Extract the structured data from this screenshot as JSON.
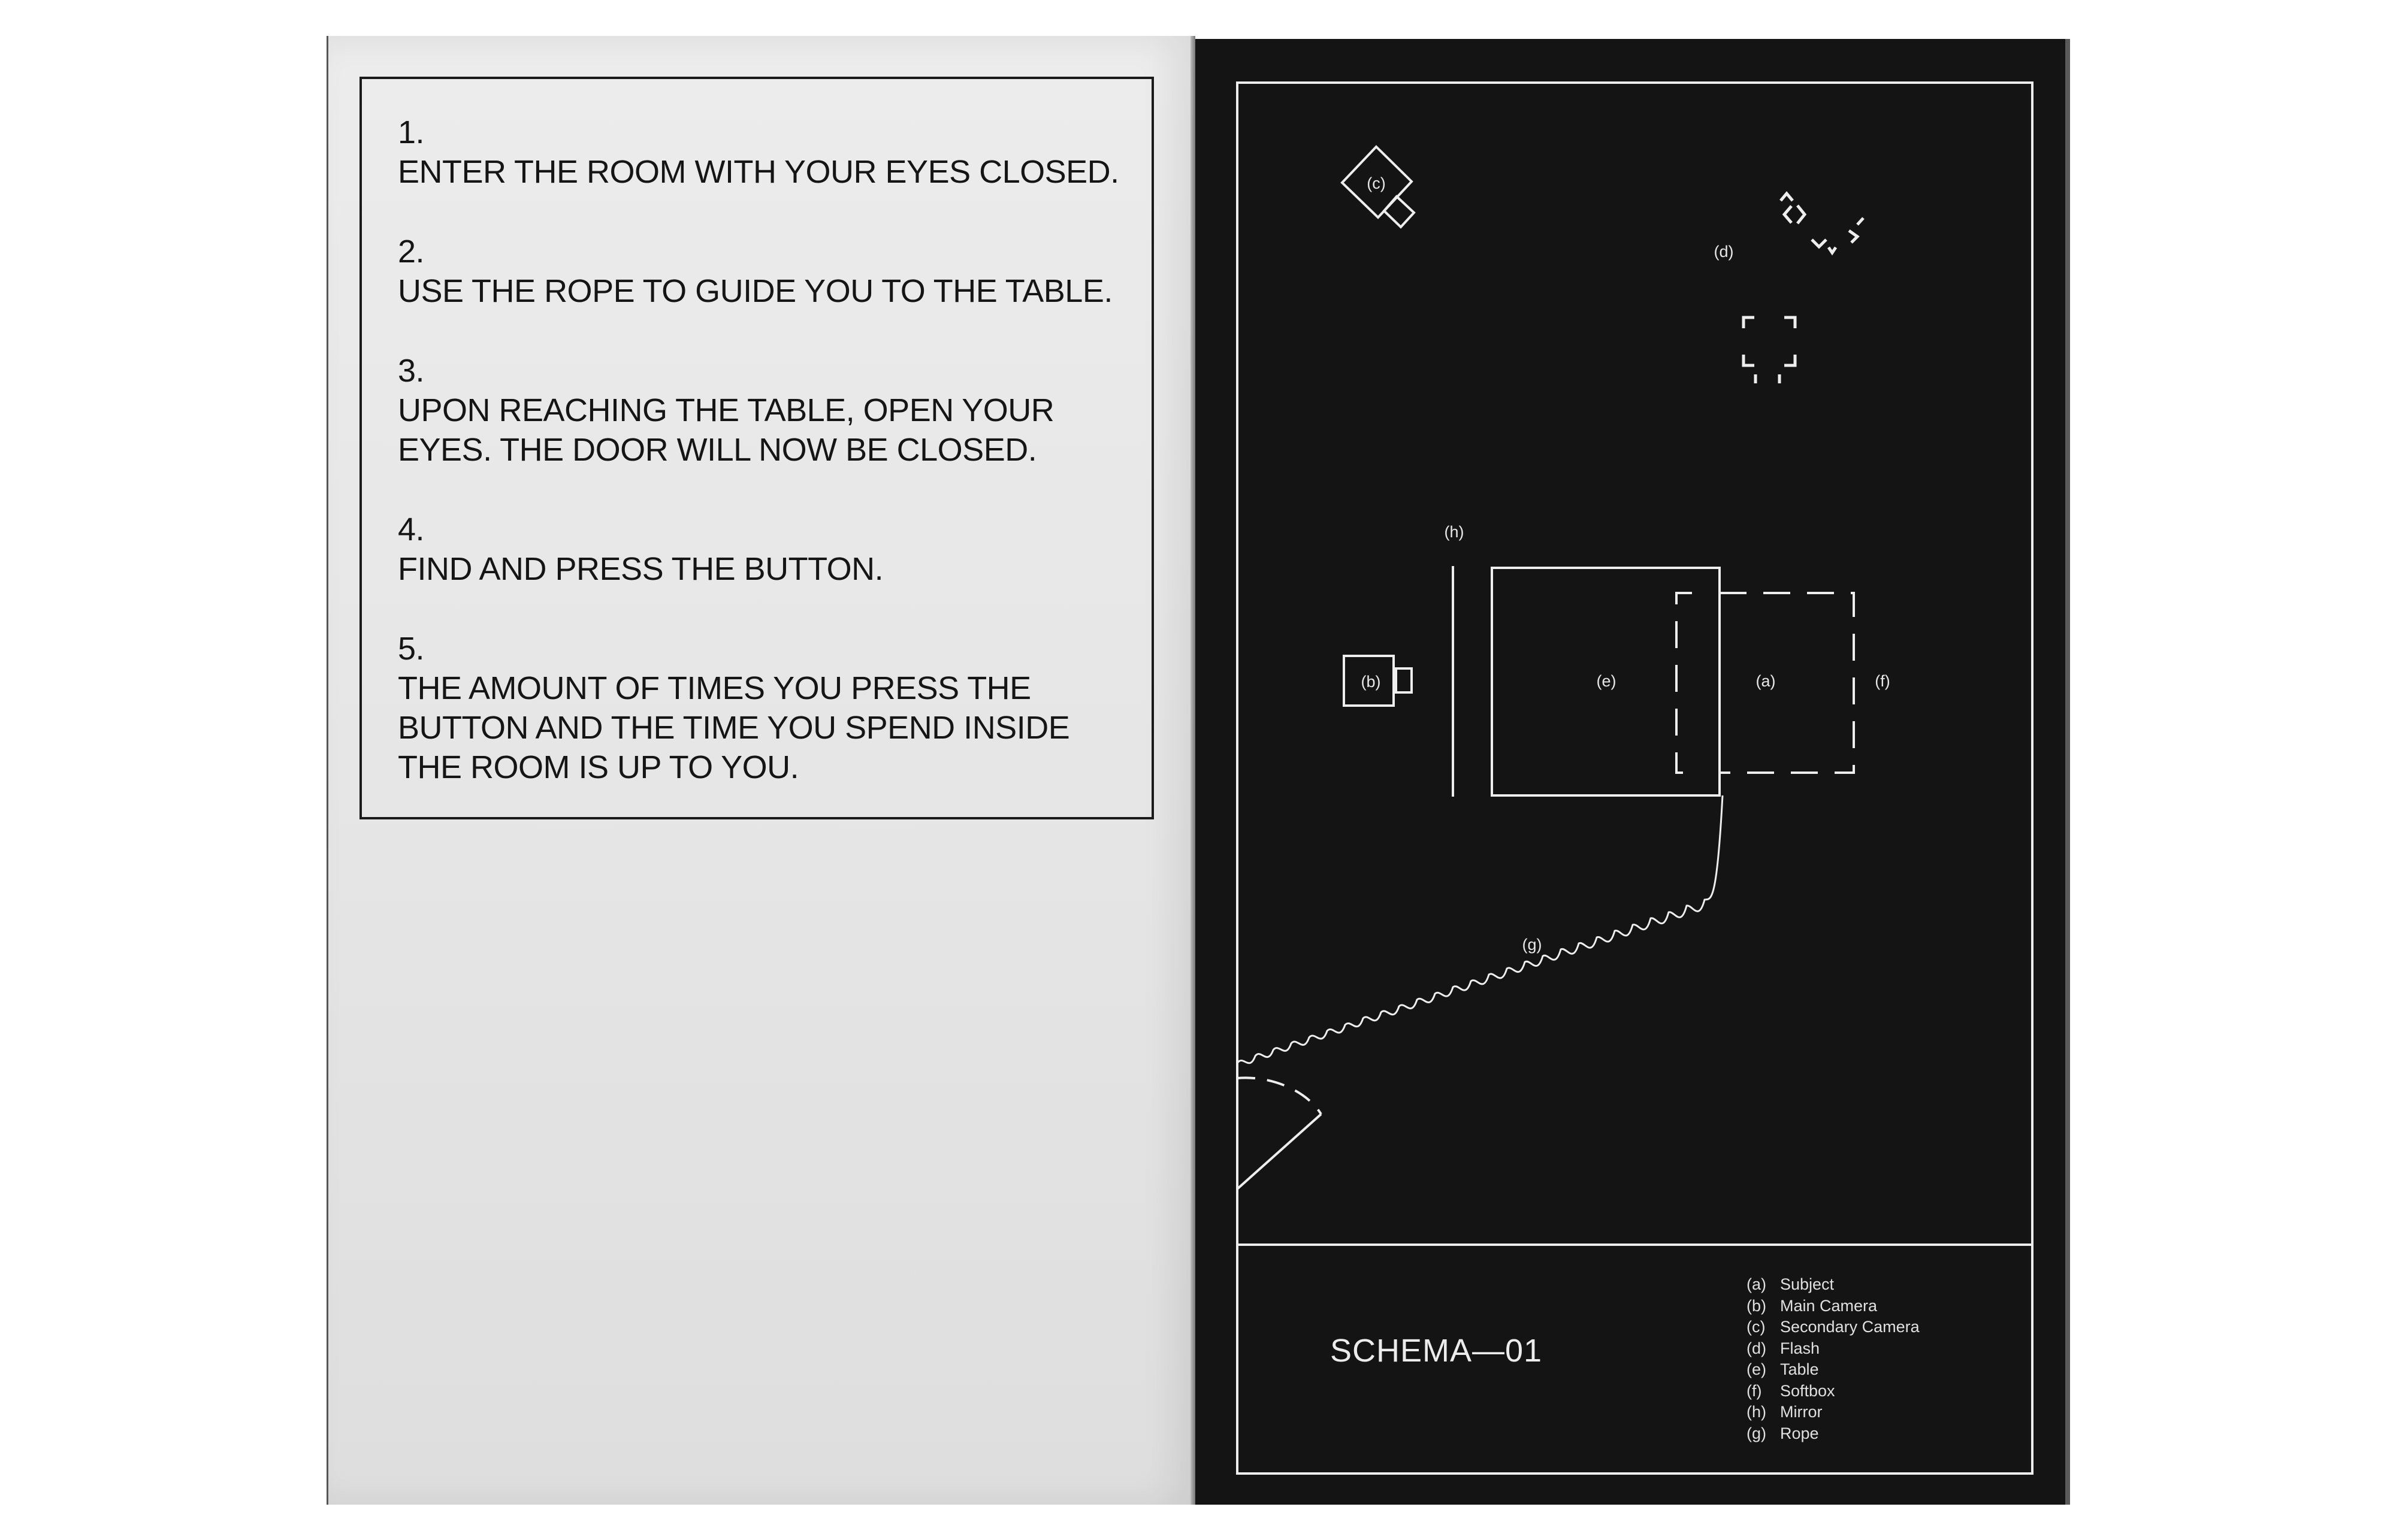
{
  "instructions": [
    {
      "num": "1.",
      "text": "ENTER THE ROOM WITH YOUR EYES CLOSED."
    },
    {
      "num": "2.",
      "text": "USE THE ROPE TO GUIDE YOU TO THE TABLE."
    },
    {
      "num": "3.",
      "text": "UPON REACHING THE TABLE, OPEN YOUR EYES. THE DOOR WILL NOW BE CLOSED."
    },
    {
      "num": "4.",
      "text": "FIND AND PRESS THE BUTTON."
    },
    {
      "num": "5.",
      "text": "THE AMOUNT OF TIMES YOU PRESS THE BUTTON AND THE TIME YOU SPEND INSIDE THE ROOM IS UP TO YOU."
    }
  ],
  "schema": {
    "title": "SCHEMA—01",
    "labels": {
      "a": "(a)",
      "b": "(b)",
      "c": "(c)",
      "d": "(d)",
      "e": "(e)",
      "f": "(f)",
      "g": "(g)",
      "h": "(h)"
    },
    "legend": [
      {
        "key": "(a)",
        "name": "Subject"
      },
      {
        "key": "(b)",
        "name": "Main Camera"
      },
      {
        "key": "(c)",
        "name": "Secondary Camera"
      },
      {
        "key": "(d)",
        "name": "Flash"
      },
      {
        "key": "(e)",
        "name": "Table"
      },
      {
        "key": "(f)",
        "name": "Softbox"
      },
      {
        "key": "(h)",
        "name": "Mirror"
      },
      {
        "key": "(g)",
        "name": "Rope"
      }
    ]
  },
  "colors": {
    "diagram_background": "#141414",
    "diagram_lines": "#eeeeee",
    "page_paper": "#e8e8e8",
    "text": "#151515"
  }
}
